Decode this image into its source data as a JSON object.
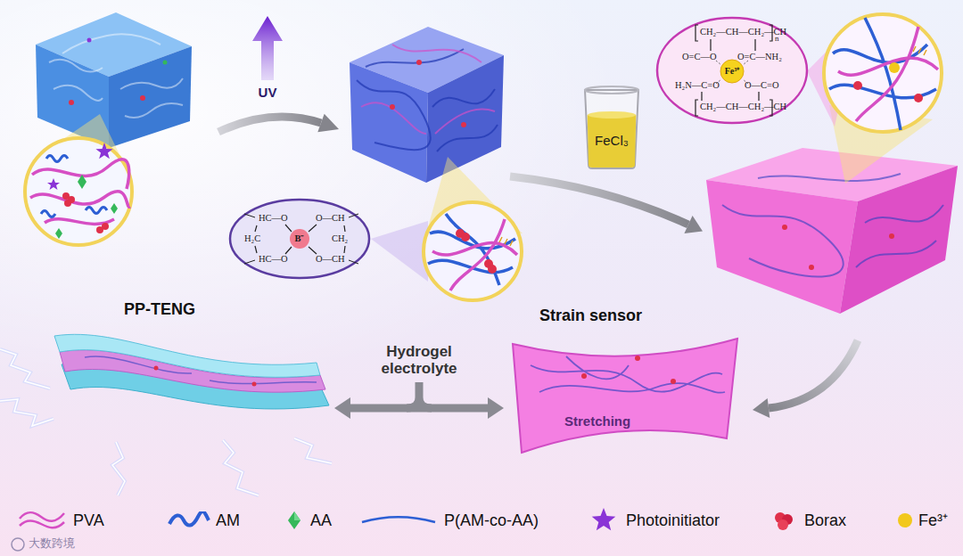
{
  "diagram": {
    "nodes": [
      {
        "text": [
          "FeCl₃"
        ]
      },
      {
        "text": [
          "CH₂—CH—CH₂—CH",
          "n",
          "O=C—O",
          "O=C—NH₂",
          "Fe³⁺",
          "H₂N—C=O",
          "O—C=O",
          "CH₂—CH—CH₂—CH"
        ]
      },
      {
        "text": [
          "HC—O",
          "O—CH",
          "H₂C",
          "B⁻",
          "CH₂",
          "HC—O",
          "O—CH"
        ]
      },
      {
        "text": [
          "PP-TENG"
        ]
      },
      {
        "text": [
          "Strain sensor",
          "Stretching"
        ]
      }
    ],
    "edges": [
      {
        "from": 3,
        "to": 4,
        "arrow": "both",
        "label": "Hydrogel electrolyte"
      }
    ],
    "labels": [
      "UV",
      "大数跨境"
    ],
    "legend": [
      {
        "text": "PVA"
      },
      {
        "text": "AM"
      },
      {
        "text": "AA"
      },
      {
        "text": "P(AM-co-AA)"
      },
      {
        "text": "Photoinitiator"
      },
      {
        "text": "Borax"
      },
      {
        "text": "Fe³⁺",
        "color": "#f2c81c"
      }
    ]
  }
}
